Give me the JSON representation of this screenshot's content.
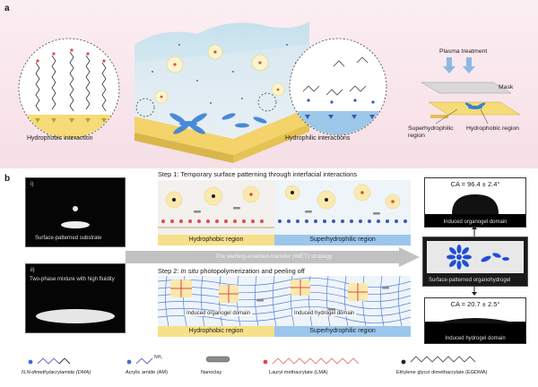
{
  "panel_a": {
    "letter": "a",
    "hydrophobic_interaction": "Hydrophobic interaction",
    "hydrophilic_interactions": "Hydrophilic interactions",
    "plasma_treatment": "Plasma treatment",
    "mask": "Mask",
    "superhydrophilic_region": "Superhydrophilic\nregion",
    "hydrophobic_region": "Hydrophobic region"
  },
  "panel_b": {
    "letter": "b",
    "photo_i_label": "i)",
    "photo_i_caption": "Surface-patterned substrate",
    "photo_ii_label": "ii)",
    "photo_ii_caption": "Two-phase mixture with high fluidity",
    "step1_title": "Step 1: Temporary surface patterning through interfacial interactions",
    "step1_left_region": "Hydrophobic region",
    "step1_right_region": "Superhydrophilic region",
    "wet_strategy": "The wetting-enabled-transfer (WET) strategy",
    "step2_prefix": "Step 2: ",
    "step2_italic": "In situ",
    "step2_suffix": " photopolymerization and peeling off",
    "organogel_domain": "Induced organogel domain",
    "hydrogel_domain": "Induced hydrogel domain",
    "step2_left_region": "Hydrophobic region",
    "step2_right_region": "Superhydrophilic region",
    "ca_top_value": "CA = 96.4 ± 2.4°",
    "ca_top_caption": "Induced organogel domain",
    "middle_photo_caption": "Surface-patterned organohydrogel",
    "ca_bottom_value": "CA = 20.7 ± 2.5°",
    "ca_bottom_caption": "Induced hydrogel domain"
  },
  "legend": {
    "dma": "N,N-dimethylacrylamide (DMA)",
    "am": "Acrylic amide (AM)",
    "nanoclay": "Nanoclay",
    "lma": "Lauryl methacrylate (LMA)",
    "egdma": "Ethylene glycol dimethacrylate (EGDMA)"
  },
  "colors": {
    "hydrophobic_yellow": "#f6e08a",
    "superhydrophilic_blue": "#9cc6ec",
    "organogel_red": "#e0464a",
    "hydrogel_blue": "#3c6fd0",
    "pink_bg": "#f9e6ec"
  }
}
